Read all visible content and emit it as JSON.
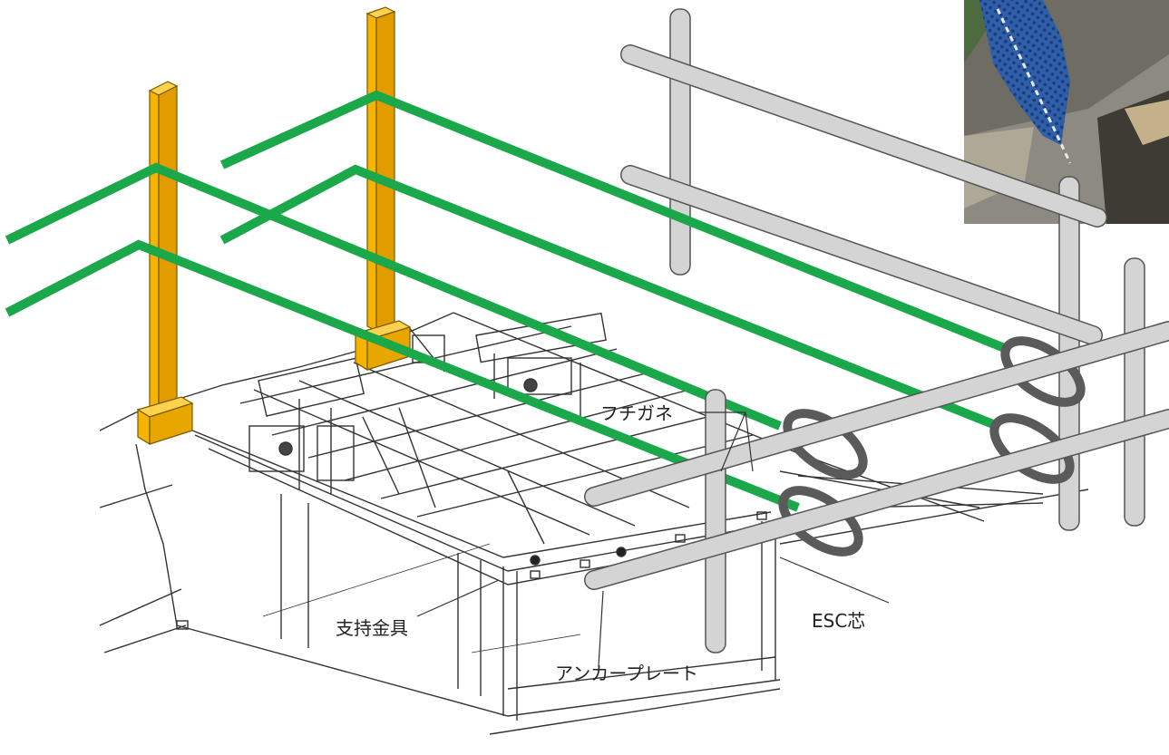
{
  "labels": {
    "fuchigane": "フチガネ",
    "esc_core": "ESC芯",
    "support_fitting": "支持金具",
    "anchor_plate": "アンカープレート"
  },
  "colors": {
    "post": "#f5b400",
    "post_outline": "#7a5a00",
    "rope": "#1aa84a",
    "pipe": "#d4d4d4",
    "pipe_outline": "#555555",
    "clamp": "#5a5a5a",
    "drawing": "#333333"
  }
}
